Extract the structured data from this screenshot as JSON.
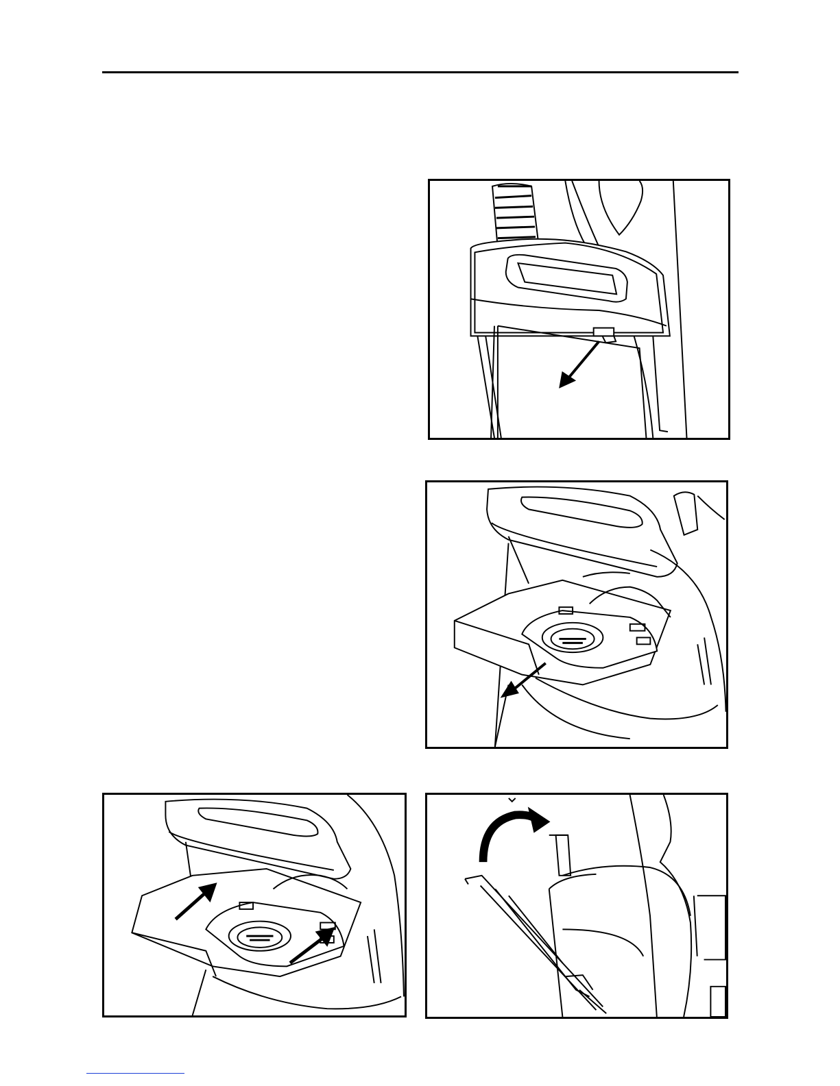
{
  "page": {
    "figures": [
      {
        "id": "fig1",
        "icon": "bag-door-open-illustration"
      },
      {
        "id": "fig2",
        "icon": "bag-removal-illustration"
      },
      {
        "id": "fig3",
        "icon": "bag-insert-illustration"
      },
      {
        "id": "fig4",
        "icon": "door-close-illustration"
      }
    ],
    "colors": {
      "line": "#000000",
      "background": "#ffffff",
      "footer_rule": "#1a3fd6"
    }
  }
}
